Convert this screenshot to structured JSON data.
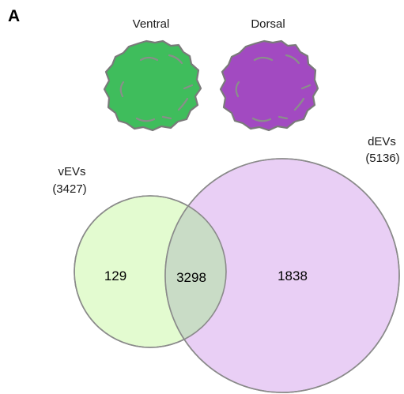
{
  "panel_label": "A",
  "colors": {
    "ventral_tissue": "#3fbd5c",
    "dorsal_tissue": "#a24ac1",
    "tissue_outline": "#7a7a7a",
    "tissue_fold": "#8a8f8a",
    "vevs_fill": "#e3fbd0",
    "devs_fill": "#e9cff5",
    "overlap_fill": "#c9dcc6",
    "circle_stroke": "#8a8a8a",
    "text": "#000000"
  },
  "tissues": [
    {
      "label": "Ventral",
      "color_key": "ventral_tissue"
    },
    {
      "label": "Dorsal",
      "color_key": "dorsal_tissue"
    }
  ],
  "venn": {
    "sets": [
      {
        "name": "vEVs",
        "total": "(3427)",
        "color_key": "vevs_fill"
      },
      {
        "name": "dEVs",
        "total": "(5136)",
        "color_key": "devs_fill"
      }
    ],
    "regions": {
      "vevs_only": "129",
      "shared": "3298",
      "devs_only": "1838"
    }
  }
}
